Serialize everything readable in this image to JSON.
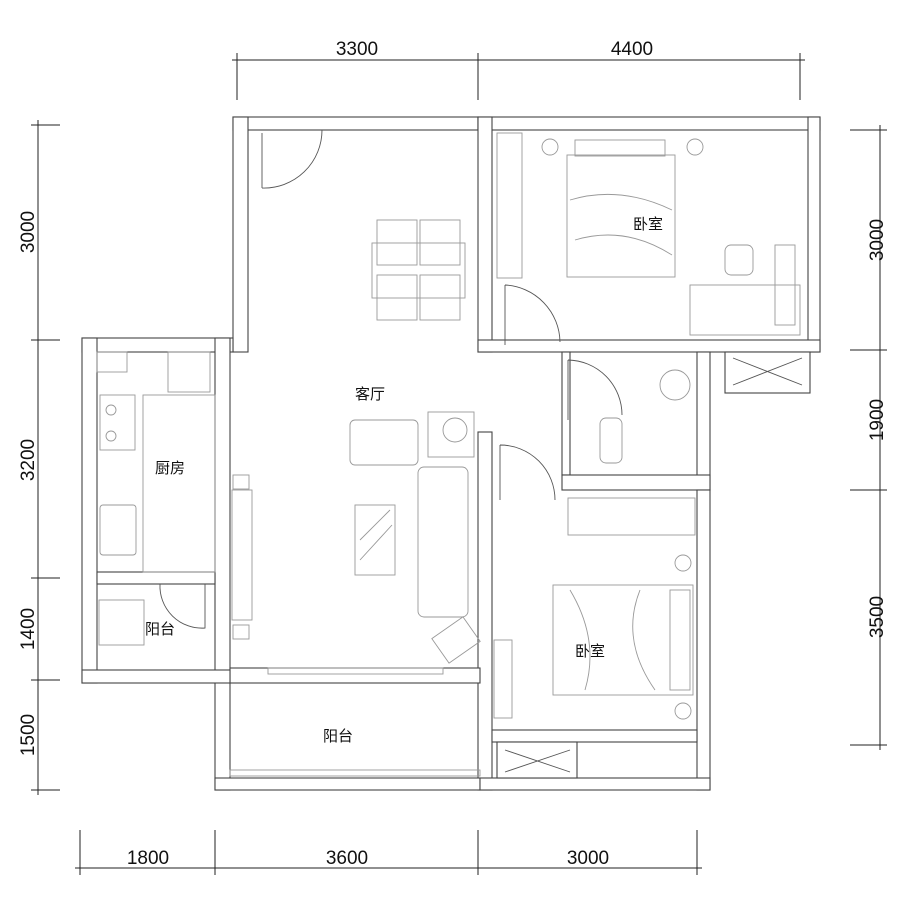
{
  "dimensions": {
    "top": [
      "3300",
      "4400"
    ],
    "left": [
      "3000",
      "3200",
      "1400",
      "1500"
    ],
    "right": [
      "3000",
      "1900",
      "3500"
    ],
    "bottom": [
      "1800",
      "3600",
      "3000"
    ]
  },
  "rooms": {
    "bedroom_master": "卧室",
    "living_room": "客厅",
    "kitchen": "厨房",
    "kitchen_balcony": "阳台",
    "bedroom_second": "卧室",
    "living_balcony": "阳台"
  }
}
